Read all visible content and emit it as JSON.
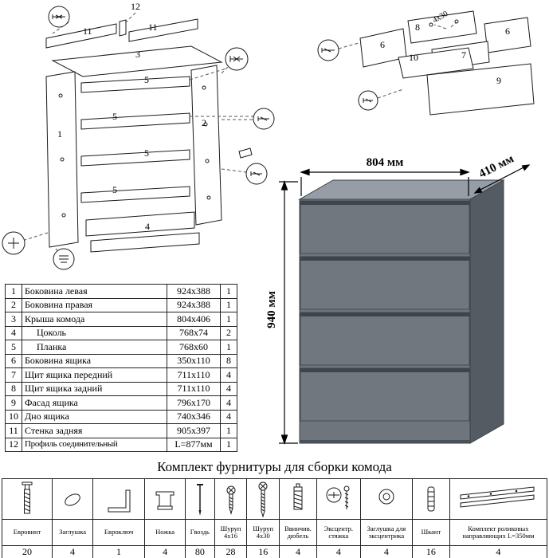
{
  "dimensions": {
    "width": "804 мм",
    "depth": "410 мм",
    "height": "940 мм"
  },
  "diagram": {
    "frame_labels": {
      "p1": "1",
      "p2": "2",
      "p3": "3",
      "p4": "4",
      "p5": "5",
      "p11": "11",
      "p12": "12"
    },
    "drawer_labels": {
      "p6": "6",
      "p7": "7",
      "p8": "8",
      "p9": "9",
      "p10": "10",
      "screw_note": "4x30"
    }
  },
  "parts_table": {
    "rows": [
      {
        "num": "1",
        "name": "Боковина левая",
        "size": "924x388",
        "qty": "1"
      },
      {
        "num": "2",
        "name": "Боковина правая",
        "size": "924x388",
        "qty": "1"
      },
      {
        "num": "3",
        "name": "Крыша комода",
        "size": "804x406",
        "qty": "1"
      },
      {
        "num": "4",
        "name": "Цоколь",
        "size": "768x74",
        "qty": "2"
      },
      {
        "num": "5",
        "name": "Планка",
        "size": "768x60",
        "qty": "1"
      },
      {
        "num": "6",
        "name": "Боковина ящика",
        "size": "350x110",
        "qty": "8"
      },
      {
        "num": "7",
        "name": "Щит ящика передний",
        "size": "711x110",
        "qty": "4"
      },
      {
        "num": "8",
        "name": "Щит ящика задний",
        "size": "711x110",
        "qty": "4"
      },
      {
        "num": "9",
        "name": "Фасад ящика",
        "size": "796x170",
        "qty": "4"
      },
      {
        "num": "10",
        "name": "Дно ящика",
        "size": "740x346",
        "qty": "4"
      },
      {
        "num": "11",
        "name": "Стенка задняя",
        "size": "905x397",
        "qty": "1"
      },
      {
        "num": "12",
        "name": "Профиль соединительный",
        "size": "L=877мм",
        "qty": "1"
      }
    ]
  },
  "hardware": {
    "title": "Комплект фурнитуры для сборки комода",
    "items": [
      {
        "icon": "euro-screw",
        "label": "Евровинт",
        "qty": "20"
      },
      {
        "icon": "plug",
        "label": "Заглушка",
        "qty": "4"
      },
      {
        "icon": "hex-key",
        "label": "Евроключ",
        "qty": "1"
      },
      {
        "icon": "leg",
        "label": "Ножка",
        "qty": "4"
      },
      {
        "icon": "nail",
        "label": "Гвоздь",
        "qty": "80"
      },
      {
        "icon": "screw-4x16",
        "label": "Шуруп 4x16",
        "qty": "28"
      },
      {
        "icon": "screw-4x30",
        "label": "Шуруп 4x30",
        "qty": "16"
      },
      {
        "icon": "threaded-dowel",
        "label": "Ввинчив. дюбель",
        "qty": "4"
      },
      {
        "icon": "cam-lock",
        "label": "Эксцентр. стяжка",
        "qty": "4"
      },
      {
        "icon": "cam-cap",
        "label": "Заглушка для эксцентрика",
        "qty": "4"
      },
      {
        "icon": "wood-dowel",
        "label": "Шкант",
        "qty": "16"
      },
      {
        "icon": "drawer-rails",
        "label": "Комплект роликовых направляющих L=350мм",
        "qty": "4"
      }
    ]
  },
  "colors": {
    "chest_front": "#6e757d",
    "chest_top": "#969da6",
    "chest_side": "#545b63",
    "line": "#1a1a1a"
  }
}
